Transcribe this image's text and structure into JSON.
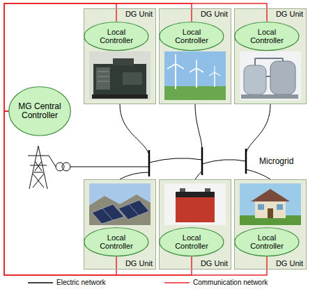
{
  "diagram": {
    "nodes": [
      {
        "text": [
          "DG Unit"
        ]
      },
      {
        "text": [
          "Local Controller"
        ],
        "in": 0
      },
      {
        "text": [
          "DG Unit"
        ]
      },
      {
        "text": [
          "Local Controller"
        ],
        "in": 2
      },
      {
        "text": [
          "DG Unit"
        ]
      },
      {
        "text": [
          "Local Controller"
        ],
        "in": 4
      },
      {
        "text": [
          "MG Central Controller"
        ]
      },
      {
        "text": [
          "DG Unit"
        ]
      },
      {
        "text": [
          "Local Controller"
        ],
        "in": 7
      },
      {
        "text": [
          "DG Unit"
        ]
      },
      {
        "text": [
          "Local Controller"
        ],
        "in": 9
      },
      {
        "text": [
          "DG Unit"
        ]
      },
      {
        "text": [
          "Local Controller"
        ],
        "in": 11
      }
    ],
    "edges": [
      {
        "from": 6,
        "to": 1,
        "arrow": "none"
      },
      {
        "from": 6,
        "to": 3,
        "arrow": "none"
      },
      {
        "from": 6,
        "to": 5,
        "arrow": "none"
      },
      {
        "from": 6,
        "to": 8,
        "arrow": "none"
      },
      {
        "from": 6,
        "to": 10,
        "arrow": "none"
      },
      {
        "from": 6,
        "to": 12,
        "arrow": "none"
      }
    ],
    "labels": [
      "Microgrid"
    ],
    "legend": [
      {
        "text": "Electric network"
      },
      {
        "text": "Communication network"
      }
    ]
  }
}
